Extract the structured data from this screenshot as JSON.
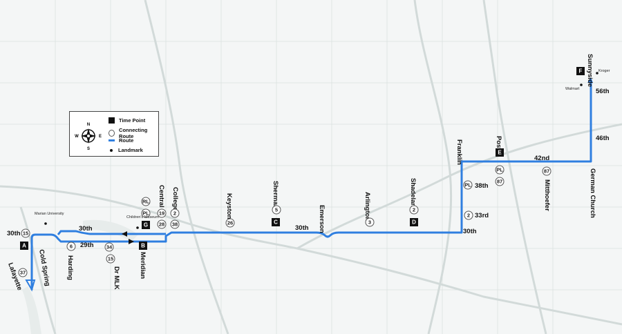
{
  "legend": {
    "time_point": "Time Point",
    "connecting_route": "Connecting Route",
    "route": "Route",
    "landmark": "Landmark",
    "compass": {
      "n": "N",
      "s": "S",
      "e": "E",
      "w": "W"
    }
  },
  "colors": {
    "route": "#2f7fe0",
    "time_point": "#111111",
    "background": "#f4f6f6"
  },
  "streets": {
    "thirtieth_west": "30th",
    "thirtieth_label_left": "30th",
    "twenty_ninth": "29th",
    "thirtieth_mid": "30th",
    "thirtieth_east": "30th",
    "thirty_third": "33rd",
    "thirty_eighth": "38th",
    "forty_second": "42nd",
    "forty_sixth": "46th",
    "fifty_sixth": "56th",
    "lafayette": "Lafayette",
    "cold_spring": "Cold Spring",
    "harding": "Harding",
    "dr_mlk": "Dr MLK",
    "meridian": "Meridian",
    "central": "Central",
    "college": "College",
    "keystone": "Keystone",
    "sherman": "Sherman",
    "emerson": "Emerson",
    "arlington": "Arlington",
    "shadeland": "Shadeland",
    "franklin": "Franklin",
    "post": "Post",
    "mitthoefer": "Mitthoefer",
    "german_church": "German Church",
    "sunnyside": "Sunnyside"
  },
  "time_points": [
    "A",
    "B",
    "C",
    "D",
    "E",
    "F",
    "G"
  ],
  "connecting_routes": {
    "r15_a": "15",
    "r37": "37",
    "r6": "6",
    "r34": "34",
    "r15_b": "15",
    "rl": "RL",
    "pl_g": "PL",
    "r19": "19",
    "r2_a": "2",
    "r28": "28",
    "r38": "38",
    "r26": "26",
    "r5": "5",
    "r3": "3",
    "r2_b": "2",
    "pl_38": "PL",
    "r2_c": "2",
    "pl_e": "PL",
    "r87_e": "87",
    "r87_m": "87"
  },
  "landmarks": {
    "marian": "Marian University",
    "childrens": "Children's Museum",
    "walmart": "Walmart",
    "kroger": "Kroger"
  }
}
